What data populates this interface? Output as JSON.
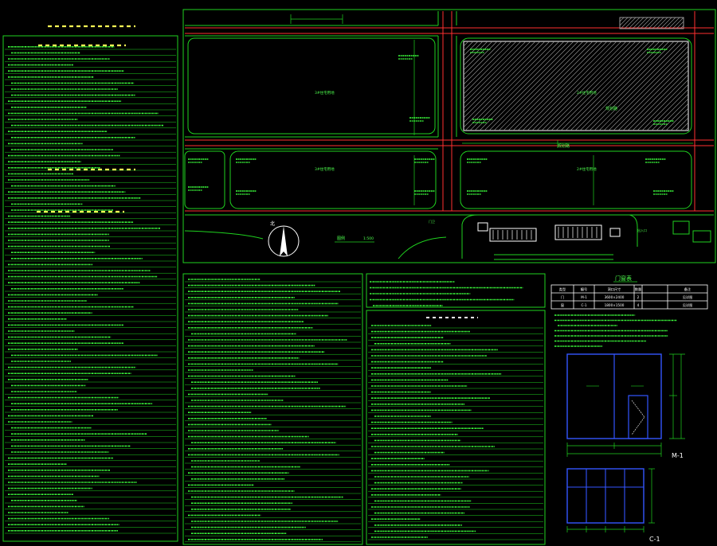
{
  "colors": {
    "background": "#000000",
    "line_green": "#1fd21f",
    "text_green": "#4dff4d",
    "text_yellow": "#ffff55",
    "road_red": "#ff3030",
    "building_gray": "#9a9a9a",
    "door_blue": "#3355ff",
    "frame_white": "#ffffff",
    "annotation_cyan": "#55ffff"
  },
  "site_plan": {
    "north_label": "北",
    "scale_label": "1:500",
    "lot_labels": [
      "3#住宅用地",
      "3#住宅用地",
      "2#住宅用地",
      "2#住宅用地"
    ],
    "road_label_1": "规划路",
    "road_label_2": "规划路",
    "guard_label": "门卫",
    "entrance_label": "出入口",
    "legend_label": "图例"
  },
  "table": {
    "title": "门窗表",
    "header": [
      "类型",
      "编号",
      "洞口尺寸",
      "数量",
      "备注"
    ],
    "rows": [
      [
        "门",
        "M-1",
        "3600×2400",
        "2",
        "见详图"
      ],
      [
        "窗",
        "C-1",
        "1800×1500",
        "4",
        "见详图"
      ]
    ]
  },
  "elevations": {
    "door_label": "M-1",
    "window_label": "C-1"
  }
}
